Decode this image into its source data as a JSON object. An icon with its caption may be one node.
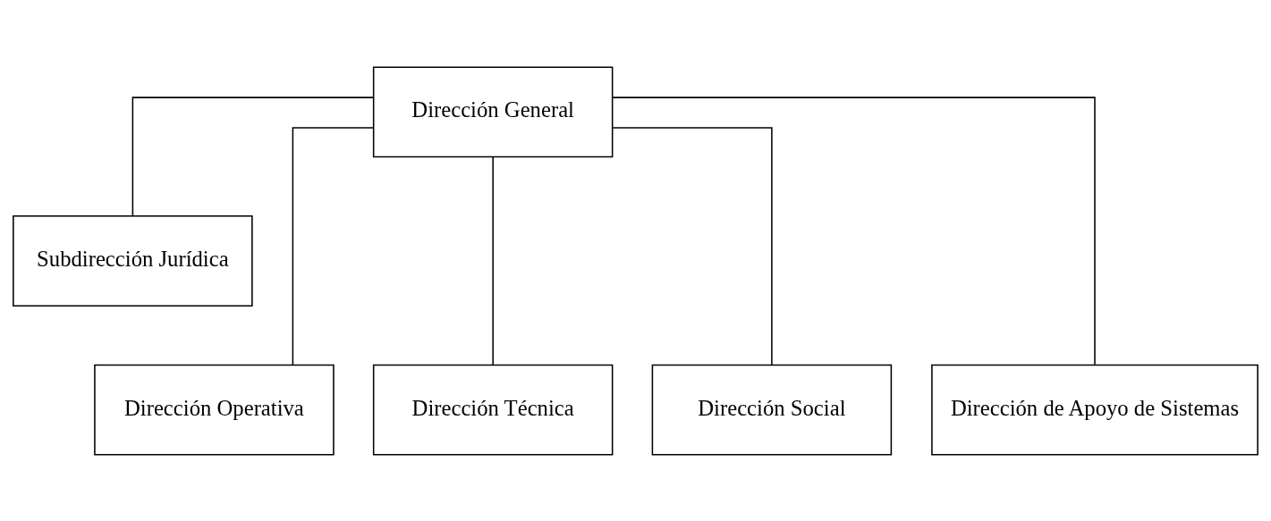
{
  "diagram": {
    "nodes": [
      {
        "text": [
          "Dirección General"
        ]
      },
      {
        "text": [
          "Subdirección Jurídica"
        ]
      },
      {
        "text": [
          "Dirección Operativa"
        ]
      },
      {
        "text": [
          "Dirección Técnica"
        ]
      },
      {
        "text": [
          "Dirección Social"
        ]
      },
      {
        "text": [
          "Dirección de Apoyo de Sistemas"
        ]
      }
    ],
    "edges": [
      {
        "from": 0,
        "to": 1,
        "arrow": "none"
      },
      {
        "from": 0,
        "to": 2,
        "arrow": "none"
      },
      {
        "from": 0,
        "to": 3,
        "arrow": "none"
      },
      {
        "from": 0,
        "to": 4,
        "arrow": "none"
      },
      {
        "from": 0,
        "to": 5,
        "arrow": "none"
      }
    ]
  }
}
